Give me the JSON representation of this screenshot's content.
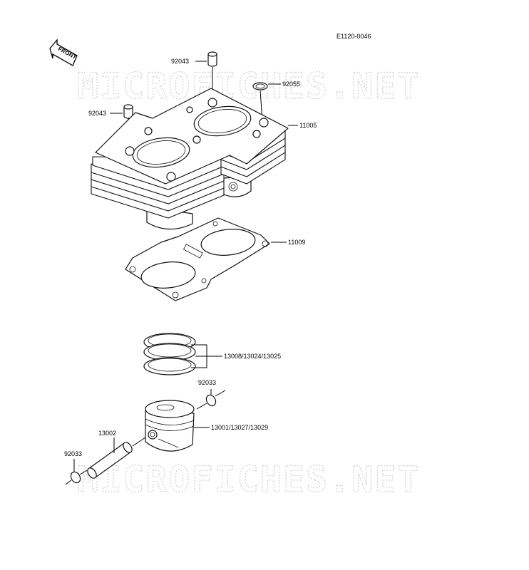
{
  "diagram": {
    "code": "E1120-0046",
    "front_label": "FRONT",
    "watermark_top": "MICROFICHES.NET",
    "watermark_bottom": "MICROFICHES.NET",
    "callouts": {
      "dowel_top": "92043",
      "dowel_left": "92043",
      "oring": "92055",
      "cylinder": "11005",
      "gasket": "11009",
      "rings": "13008/13024/13025",
      "clip_right": "92033",
      "piston": "13001/13027/13029",
      "pin": "13002",
      "clip_left": "92033"
    }
  }
}
